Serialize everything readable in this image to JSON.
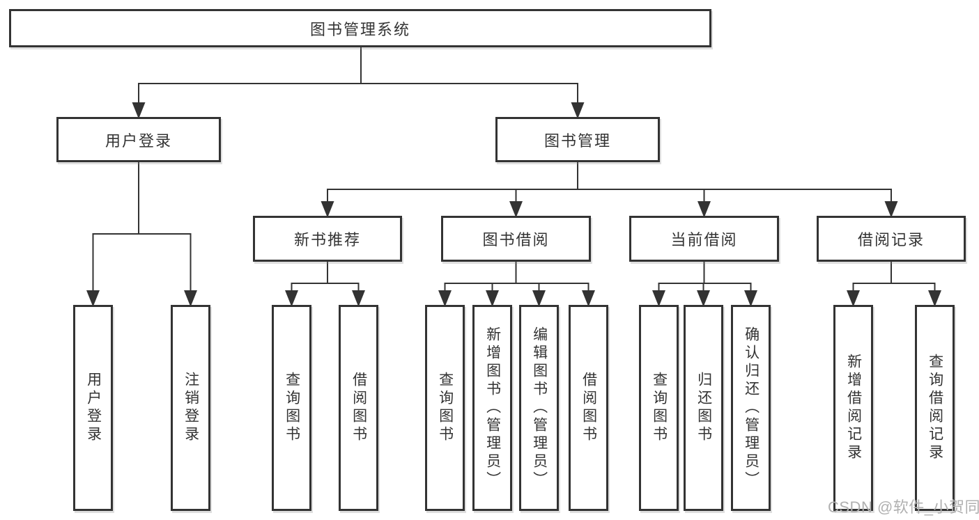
{
  "diagram": {
    "root": {
      "label": "图书管理系统"
    },
    "level2": [
      {
        "label": "用户登录"
      },
      {
        "label": "图书管理"
      }
    ],
    "level3": [
      {
        "label": "新书推荐"
      },
      {
        "label": "图书借阅"
      },
      {
        "label": "当前借阅"
      },
      {
        "label": "借阅记录"
      }
    ],
    "leaves": {
      "login": [
        "用户登录",
        "注销登录"
      ],
      "recommend": [
        "查询图书",
        "借阅图书"
      ],
      "borrow": [
        "查询图书",
        "新增图书（管理员）",
        "编辑图书（管理员）",
        "借阅图书"
      ],
      "current": [
        "查询图书",
        "归还图书",
        "确认归还（管理员）"
      ],
      "records": [
        "新增借阅记录",
        "查询借阅记录"
      ]
    }
  },
  "watermark": {
    "text": "CSDN @软件_小贺同学"
  },
  "colors": {
    "line": "#333333",
    "text": "#333333",
    "watermark": "#b0b0b0",
    "background": "#ffffff"
  }
}
